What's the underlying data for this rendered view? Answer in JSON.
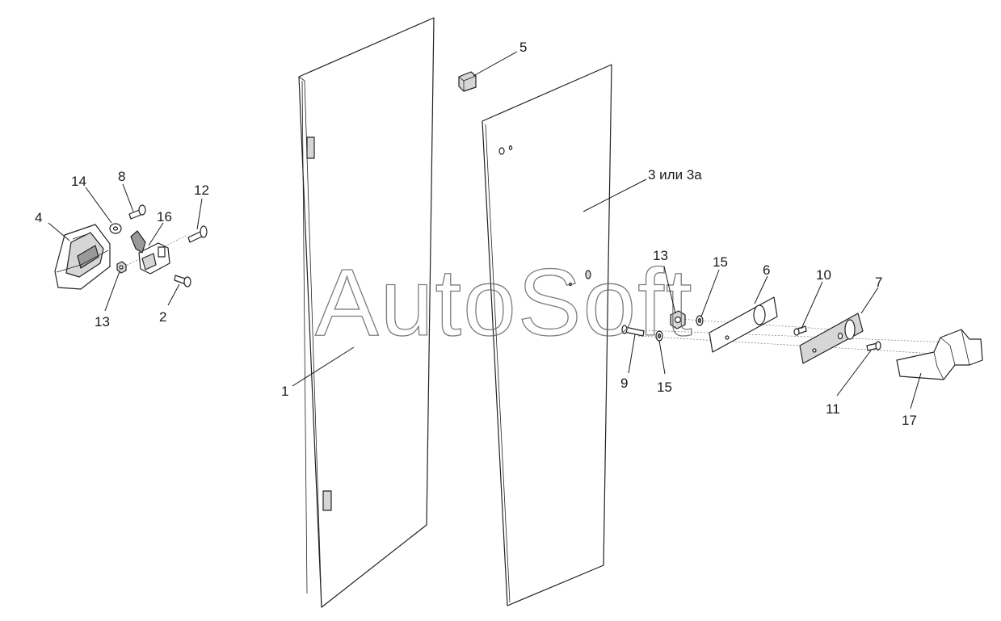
{
  "watermark": "AutoSoft",
  "labels": {
    "l1": "1",
    "l2": "2",
    "l3": "3 или 3а",
    "l4": "4",
    "l5": "5",
    "l6": "6",
    "l7": "7",
    "l8": "8",
    "l9": "9",
    "l10": "10",
    "l11": "11",
    "l12": "12",
    "l13a": "13",
    "l13b": "13",
    "l14": "14",
    "l15a": "15",
    "l15b": "15",
    "l16": "16",
    "l17": "17"
  }
}
